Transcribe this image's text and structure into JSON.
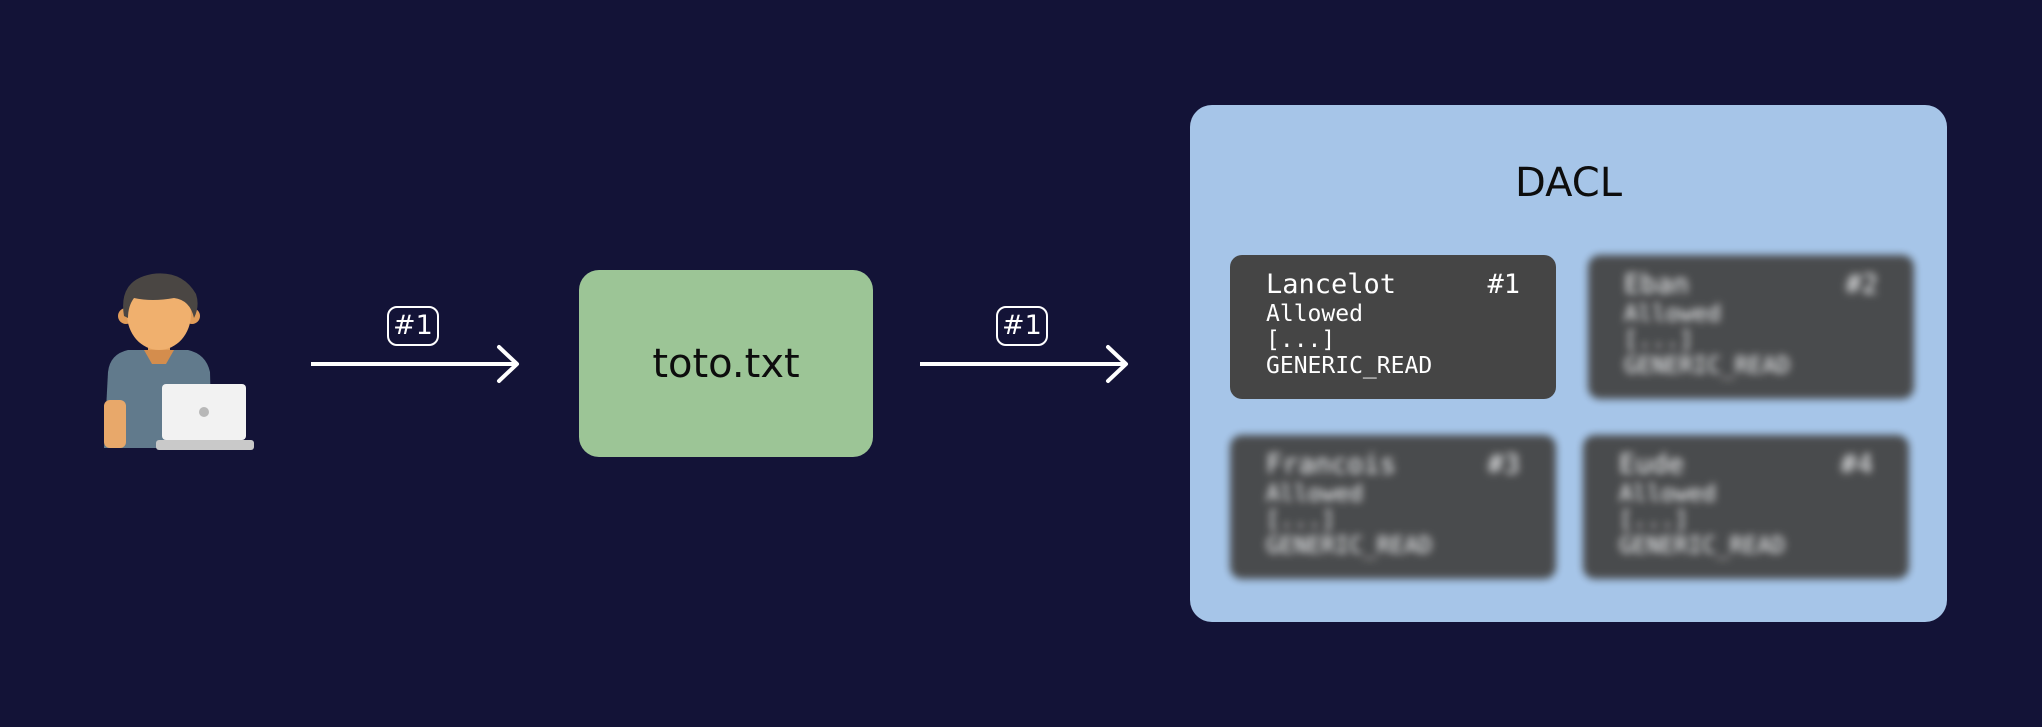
{
  "arrow1": {
    "label": "#1"
  },
  "file": {
    "name": "toto.txt"
  },
  "arrow2": {
    "label": "#1"
  },
  "dacl": {
    "title": "DACL",
    "aces": [
      {
        "principal": "Lancelot",
        "index": "#1",
        "type": "Allowed",
        "ellipsis": "[...]",
        "right": "GENERIC_READ"
      },
      {
        "principal": "Eban",
        "index": "#2",
        "type": "Allowed",
        "ellipsis": "[...]",
        "right": "GENERIC_READ"
      },
      {
        "principal": "Francois",
        "index": "#3",
        "type": "Allowed",
        "ellipsis": "[...]",
        "right": "GENERIC_READ"
      },
      {
        "principal": "Eude",
        "index": "#4",
        "type": "Allowed",
        "ellipsis": "[...]",
        "right": "GENERIC_READ"
      }
    ]
  },
  "colors": {
    "background": "#131337",
    "file_box": "#9cc596",
    "dacl_panel": "#a6c5e8",
    "ace_card": "#454545"
  }
}
